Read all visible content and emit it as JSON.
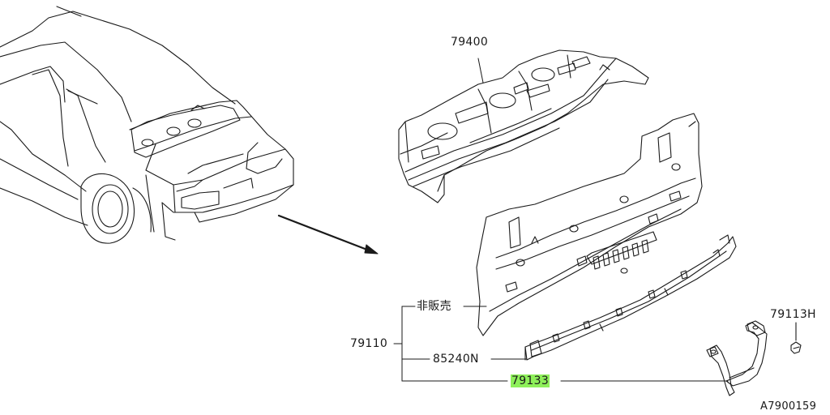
{
  "diagram": {
    "labels": {
      "rear_parcel_shelf": "79400",
      "rear_panel_assembly": "79110",
      "not_for_sale": "非販売",
      "reinforcement": "85240N",
      "bracket": "79133",
      "clip": "79113H",
      "illustration_code": "A7900159"
    },
    "highlight_color": "#8ef05a",
    "line_color": "#1a1a1a"
  }
}
